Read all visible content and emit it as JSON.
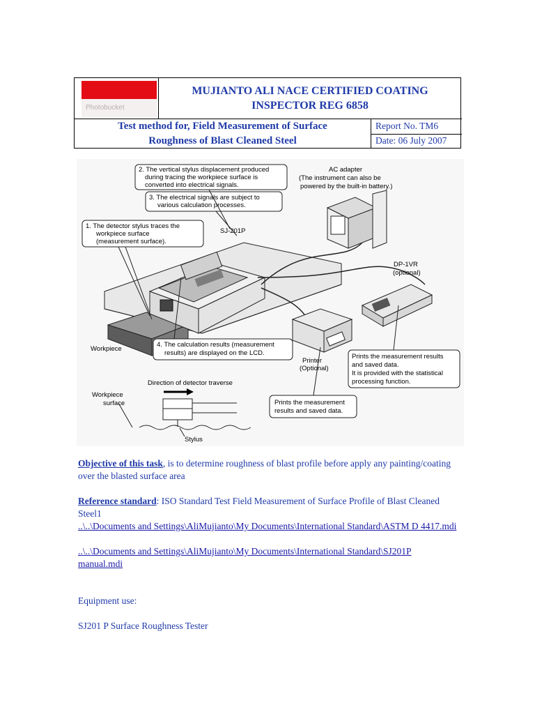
{
  "header": {
    "logo_text": "Photobucket",
    "title_line1": "MUJIANTO ALI NACE CERTIFIED COATING",
    "title_line2": "INSPECTOR REG 6858",
    "subtitle_line1": "Test method for, Field Measurement of Surface",
    "subtitle_line2": "Roughness  of Blast Cleaned Steel",
    "report_no": "Report No. TM6",
    "date": "Date: 06 July 2007"
  },
  "diagram": {
    "callout2": [
      "2. The vertical stylus displacement produced",
      "during tracing the workpiece surface is",
      "converted into electrical signals."
    ],
    "callout3": [
      "3. The electrical signals are subject to",
      "various calculation processes."
    ],
    "callout1": [
      "1. The detector stylus traces the",
      "workpiece surface",
      "(measurement surface)."
    ],
    "callout4": [
      "4. The calculation results (measurement",
      "results) are displayed on the LCD."
    ],
    "callout_dp": [
      "Prints the measurement results",
      "and saved data.",
      "It is provided with the statistical",
      "processing function."
    ],
    "callout_printer": [
      "Prints the measurement",
      "results and saved data."
    ],
    "ac_adapter": [
      "AC adapter",
      "(The instrument can also be",
      "powered by the built-in battery.)"
    ],
    "sj201p": "SJ-201P",
    "dp1vr": [
      "DP-1VR",
      "(optional)"
    ],
    "printer": [
      "Printer",
      "(Optional)"
    ],
    "workpiece": "Workpiece",
    "direction": "Direction of detector traverse",
    "workpiece_surface": [
      "Workpiece",
      "surface"
    ],
    "stylus": "Stylus"
  },
  "body": {
    "objective_label": "Objective of this task",
    "objective_text": ", is to determine roughness of blast profile before apply any painting/coating over the blasted surface area",
    "reference_label": "Reference standard",
    "reference_text": ": ISO  Standard Test Field Measurement of Surface Profile of Blast Cleaned Steel1",
    "link1": "..\\..\\Documents and Settings\\AliMujianto\\My Documents\\International Standard\\ASTM D 4417.mdi",
    "link2": "..\\..\\Documents and Settings\\AliMujianto\\My Documents\\International Standard\\SJ201P manual.mdi",
    "equipment_label": "Equipment use:",
    "equipment_item": "SJ201 P Surface Roughness Tester"
  },
  "colors": {
    "text_blue": "#1f3aa8",
    "logo_red": "#e40d15"
  }
}
